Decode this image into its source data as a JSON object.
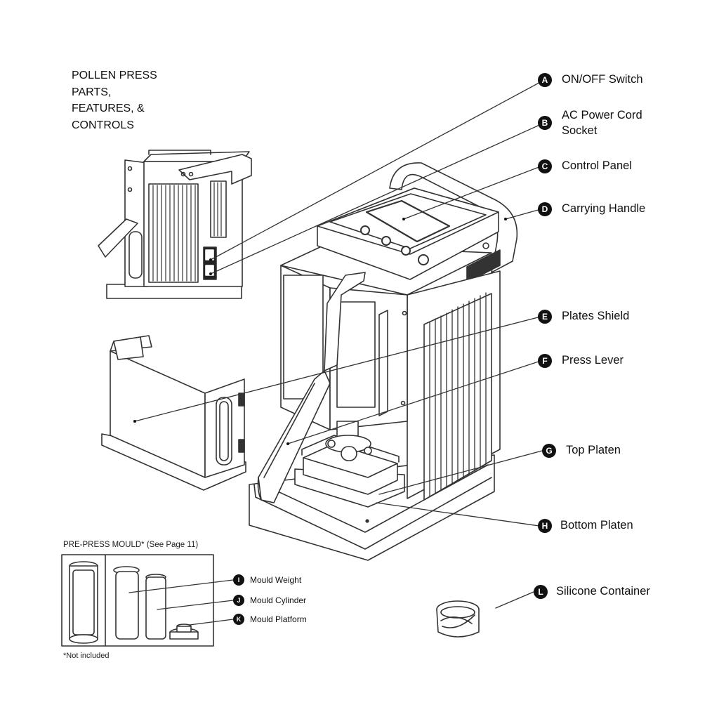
{
  "title": {
    "lines": [
      "POLLEN PRESS",
      "PARTS,",
      "FEATURES, &",
      "CONTROLS"
    ]
  },
  "callouts": [
    {
      "letter": "A",
      "lines": [
        "ON/OFF Switch"
      ]
    },
    {
      "letter": "B",
      "lines": [
        "AC Power Cord",
        "Socket"
      ]
    },
    {
      "letter": "C",
      "lines": [
        "Control Panel"
      ]
    },
    {
      "letter": "D",
      "lines": [
        "Carrying Handle"
      ]
    },
    {
      "letter": "E",
      "lines": [
        "Plates Shield"
      ]
    },
    {
      "letter": "F",
      "lines": [
        "Press Lever"
      ]
    },
    {
      "letter": "G",
      "lines": [
        "Top Platen"
      ]
    },
    {
      "letter": "H",
      "lines": [
        "Bottom Platen"
      ]
    },
    {
      "letter": "I",
      "lines": [
        "Mould Weight"
      ]
    },
    {
      "letter": "J",
      "lines": [
        "Mould Cylinder"
      ]
    },
    {
      "letter": "K",
      "lines": [
        "Mould Platform"
      ]
    },
    {
      "letter": "L",
      "lines": [
        "Silicone Container"
      ]
    }
  ],
  "mould": {
    "heading": "PRE-PRESS MOULD* (See  Page 11)",
    "note": "*Not included"
  },
  "colors": {
    "ink": "#111111",
    "line": "#333333",
    "fill": "#ffffff",
    "shade": "#d9d9d9"
  }
}
